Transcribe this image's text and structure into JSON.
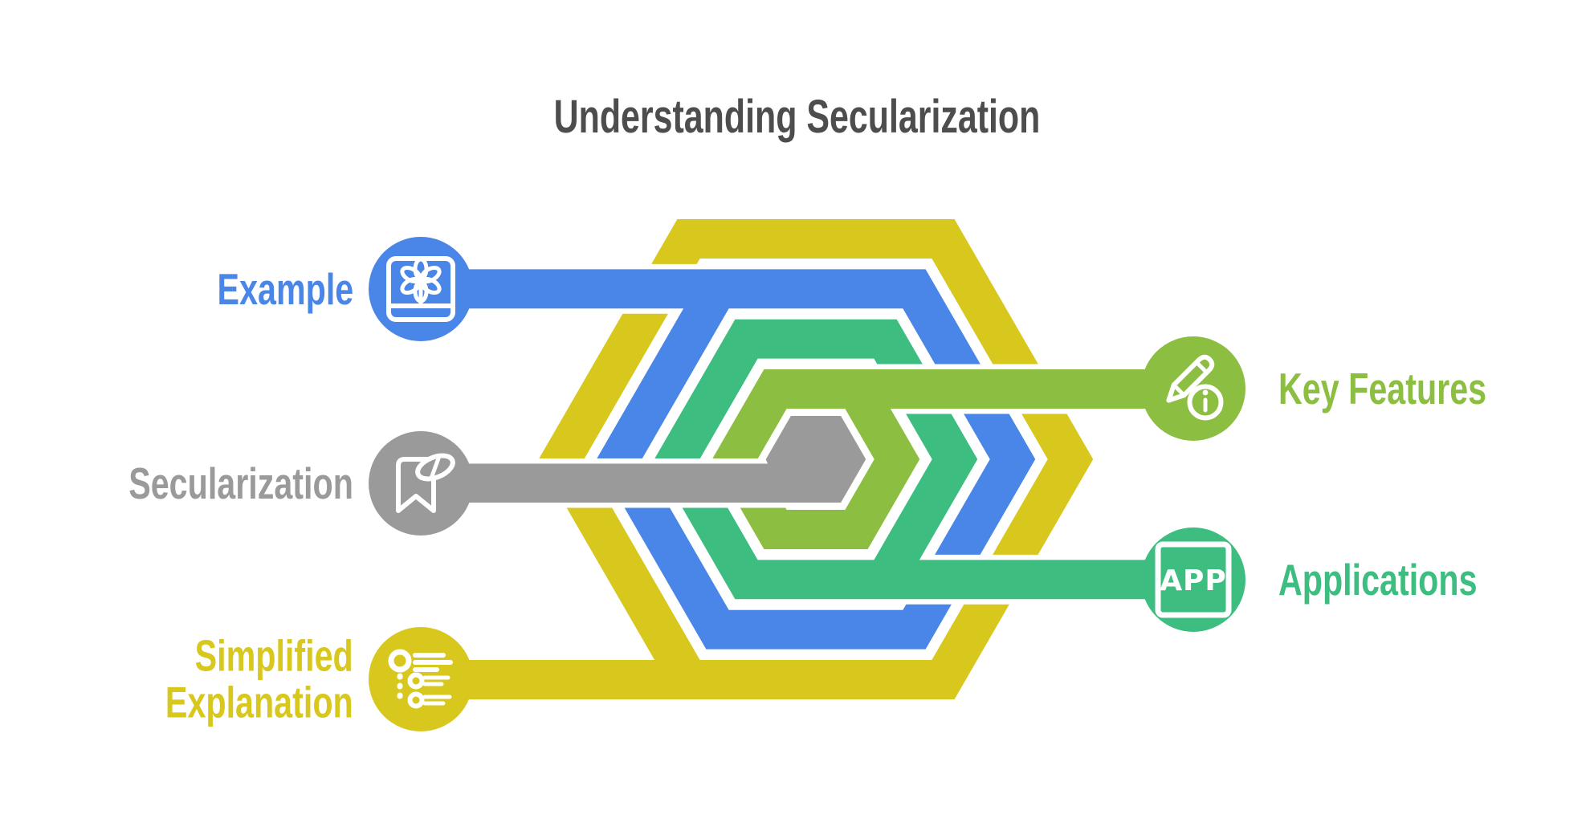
{
  "title": {
    "text": "Understanding Secularization",
    "color": "#4d4d4d"
  },
  "canvas": {
    "background": "#ffffff"
  },
  "diagram": {
    "type": "concentric-hexagon-spiral",
    "rings_outer_to_inner": [
      "simplified-explanation",
      "example",
      "applications",
      "key-features",
      "secularization"
    ]
  },
  "nodes": [
    {
      "id": "example",
      "label": "Example",
      "side": "left",
      "color": "#4a86e8",
      "icon": "flower-board-icon"
    },
    {
      "id": "key-features",
      "label": "Key Features",
      "side": "right",
      "color": "#8cbe41",
      "icon": "pencil-info-icon"
    },
    {
      "id": "secularization",
      "label": "Secularization",
      "side": "left",
      "color": "#9a9a9a",
      "icon": "bookmark-hidden-icon"
    },
    {
      "id": "applications",
      "label": "Applications",
      "side": "right",
      "color": "#3dbe80",
      "icon": "app-badge-icon",
      "badge_text": "APP"
    },
    {
      "id": "simplified-explanation",
      "label": "Simplified Explanation",
      "label_lines": [
        "Simplified",
        "Explanation"
      ],
      "side": "left",
      "color": "#d8c71d",
      "icon": "bullet-list-icon"
    }
  ]
}
